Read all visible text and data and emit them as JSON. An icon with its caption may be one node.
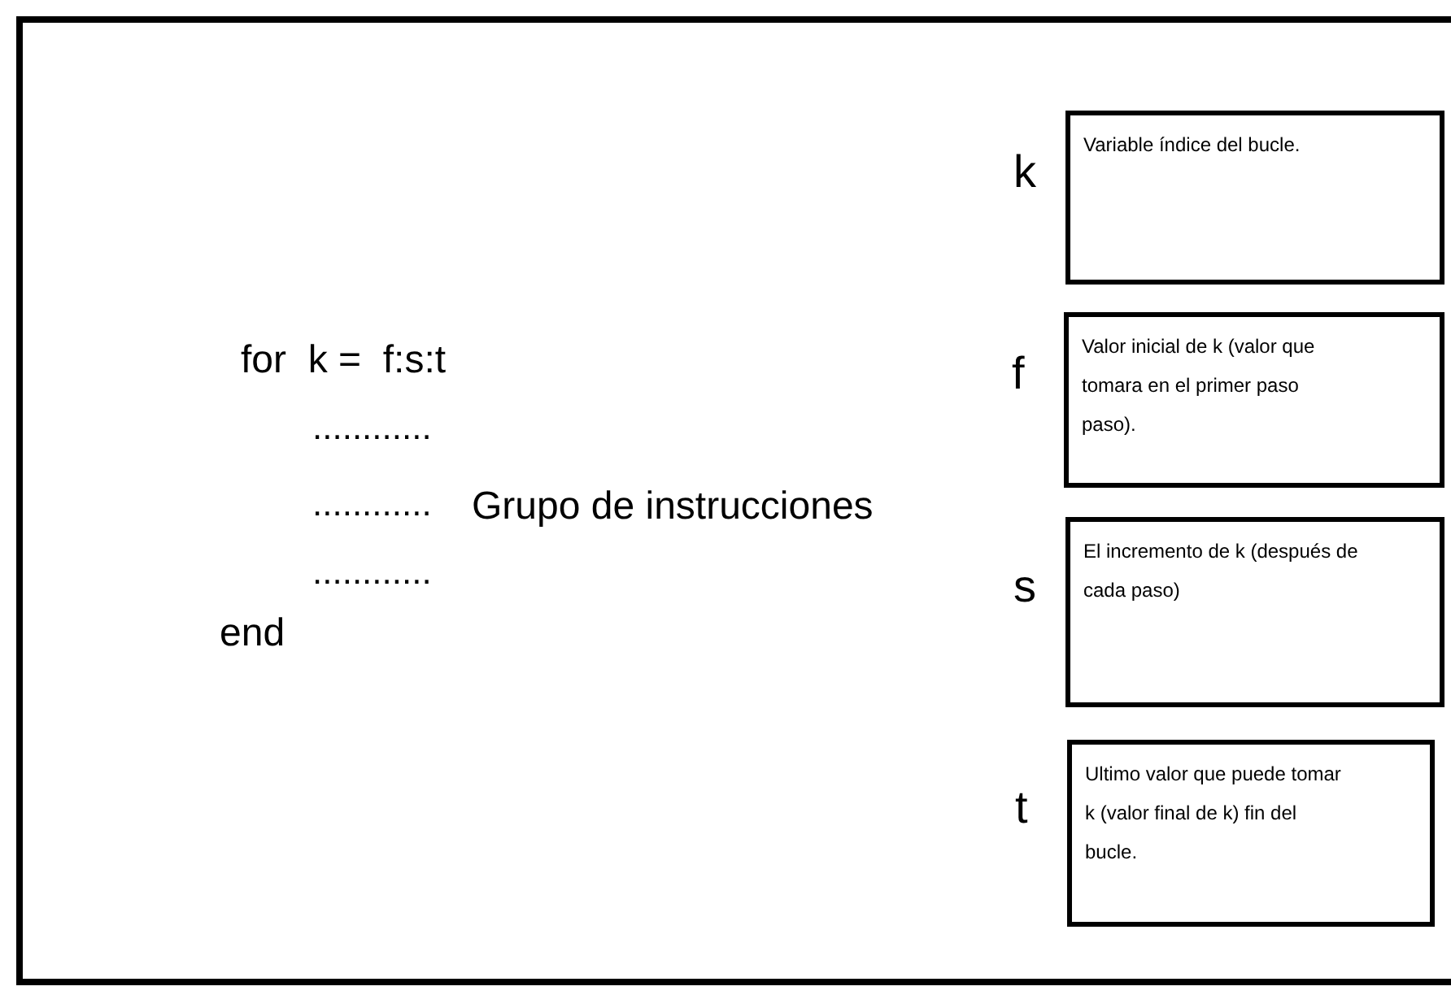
{
  "diagram": {
    "nodes": [
      {
        "text": [
          "Variable índice del bucle."
        ],
        "beside": [
          "k"
        ]
      },
      {
        "text": [
          "Valor inicial de k (valor que tomara en el primer paso paso)."
        ],
        "beside": [
          "f"
        ]
      },
      {
        "text": [
          "El incremento de k (después de cada paso)"
        ],
        "beside": [
          "s"
        ]
      },
      {
        "text": [
          "Ultimo valor que puede tomar k (valor final de k) fin del bucle."
        ],
        "beside": [
          "t"
        ]
      }
    ],
    "labels": [
      "for  k =  f:s:t",
      "............",
      "............",
      "Grupo de instrucciones",
      "............",
      "end"
    ]
  }
}
